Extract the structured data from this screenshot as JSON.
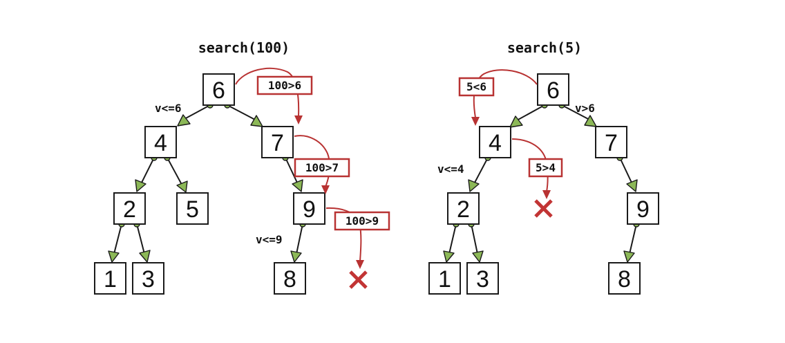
{
  "left": {
    "title": "search(100)",
    "nodes": [
      "6",
      "4",
      "7",
      "2",
      "5",
      "9",
      "1",
      "3",
      "8"
    ],
    "conditions": [
      "v<=6",
      "v<=9"
    ],
    "comparisons": [
      "100>6",
      "100>7",
      "100>9"
    ]
  },
  "right": {
    "title": "search(5)",
    "nodes": [
      "6",
      "4",
      "7",
      "2",
      "9",
      "1",
      "3",
      "8"
    ],
    "conditions": [
      "v>6",
      "v<=4"
    ],
    "comparisons": [
      "5<6",
      "5>4"
    ]
  },
  "colors": {
    "edge": "#1a1a1a",
    "arrowhead_fill": "#8cb857",
    "comparison_border": "#b83232",
    "not_found_mark": "#c23434"
  }
}
